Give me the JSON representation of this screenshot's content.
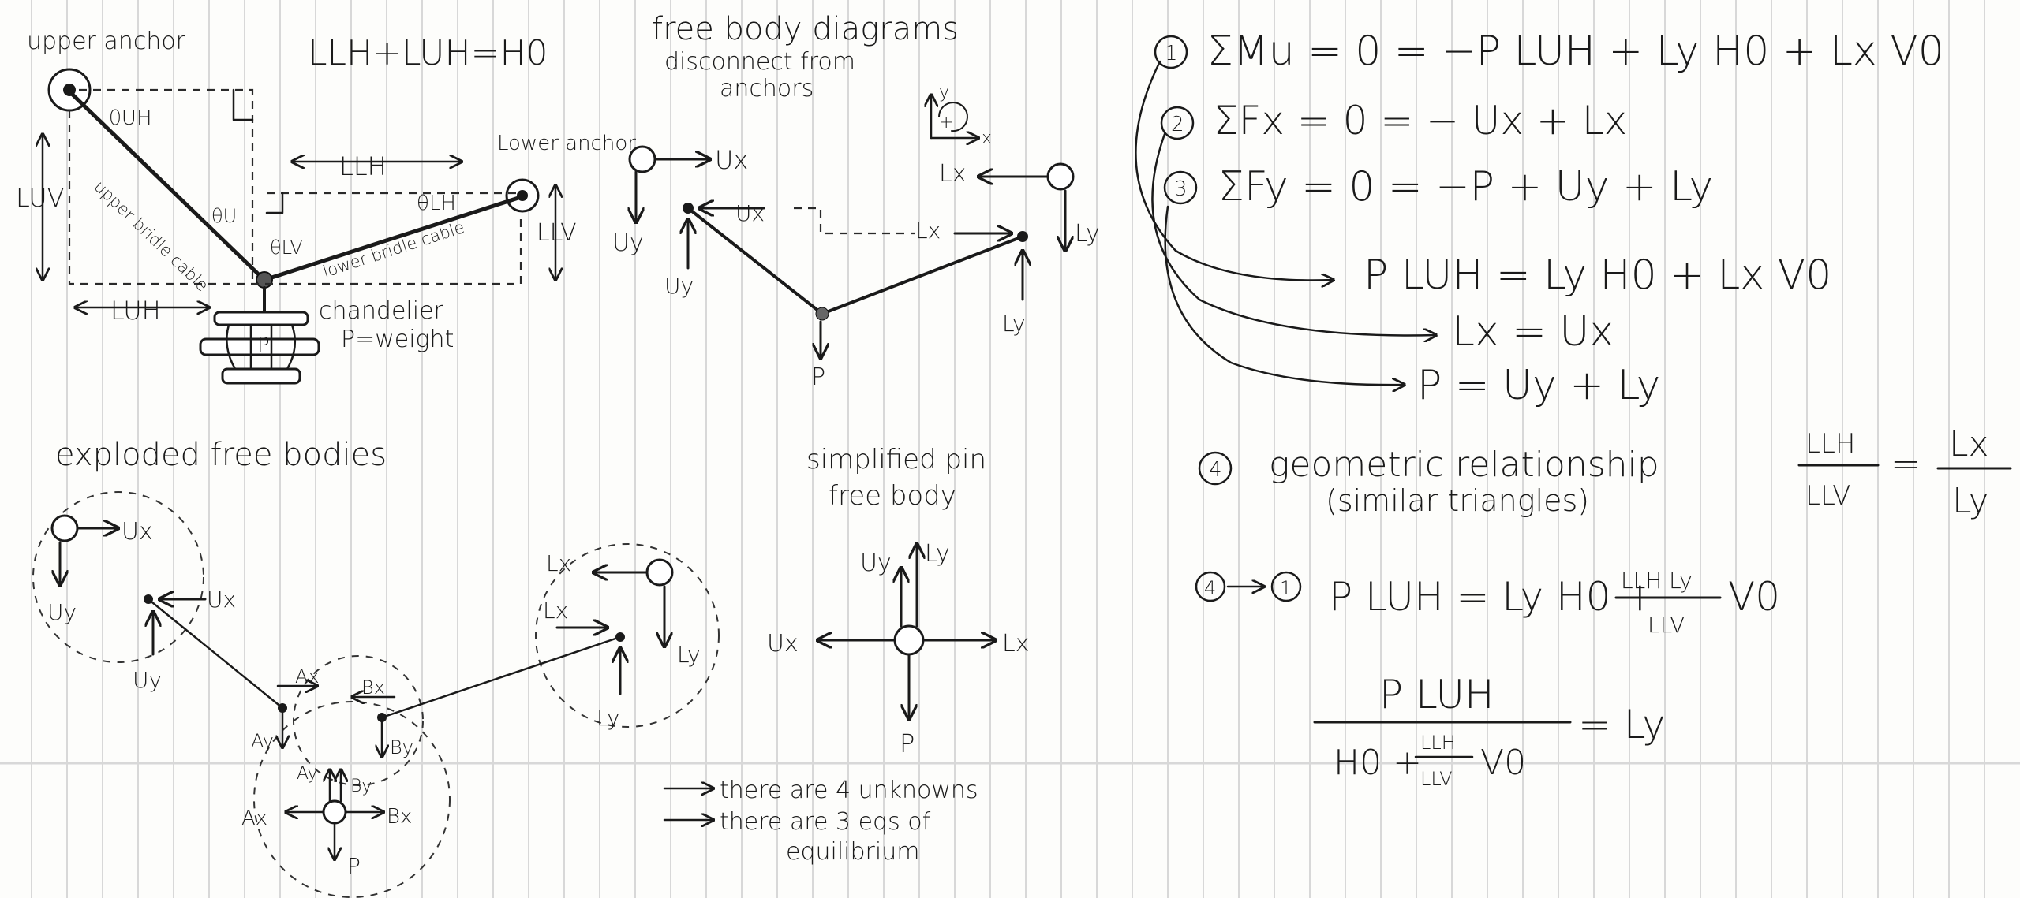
{
  "fbd": {
    "upper_anchor": "upper anchor",
    "sum_eq": "LLH+LUH=H0",
    "theta_uh": "θUH",
    "theta_u": "θU",
    "theta_lv": "θLV",
    "theta_lh": "θLH",
    "luv": "LUV",
    "llh": "LLH",
    "luh": "LUH",
    "llv": "LLV",
    "lower_anchor": "Lower anchor",
    "upper_cable": "upper bridle cable",
    "lower_cable": "lower bridle cable",
    "chandelier": "chandelier",
    "p": "P",
    "p_weight": "P=weight"
  },
  "free_bodies": {
    "title_1": "free body diagrams",
    "title_2": "disconnect from",
    "title_3": "anchors",
    "ux": "Ux",
    "uy": "Uy",
    "lx": "Lx",
    "ly": "Ly",
    "p": "P",
    "axis_y": "y",
    "axis_x": "x",
    "axis_plus": "+"
  },
  "exploded": {
    "title": "exploded free bodies",
    "ux": "Ux",
    "uy": "Uy",
    "lx": "Lx",
    "ly": "Ly",
    "ax": "Ax",
    "ay": "Ay",
    "bx": "Bx",
    "by": "By",
    "p": "P"
  },
  "pin": {
    "title_1": "simplified pin",
    "title_2": "free body",
    "uy": "Uy",
    "ly": "Ly",
    "ux": "Ux",
    "lx": "Lx",
    "p": "P"
  },
  "notes": {
    "line_1": "there are 4 unknowns",
    "line_2": "there are 3 eqs of",
    "line_3": "equilibrium"
  },
  "equations": {
    "n1": "1",
    "eq1": "ΣMu = 0 = −P LUH + Ly H0 + Lx V0",
    "n2": "2",
    "eq2": "ΣFx = 0 = − Ux + Lx",
    "n3": "3",
    "eq3": "ΣFy = 0 = −P + Uy + Ly",
    "r1": "P LUH = Ly H0 + Lx V0",
    "r2": "Lx = Ux",
    "r3": "P = Uy + Ly",
    "n4": "4",
    "geo_1": "geometric relationship",
    "geo_2": "(similar triangles)",
    "ratio_l_num": "LLH",
    "ratio_l_den": "LLV",
    "ratio_r_num": "Lx",
    "ratio_r_den": "Ly",
    "sub_from": "4",
    "sub_to": "1",
    "sub_lhs": "P LUH = Ly H0 +",
    "sub_frac_num": "LLH Ly",
    "sub_frac_den": "LLV",
    "sub_tail": "V0",
    "final_num": "P LUH",
    "final_den_a": "H0 +",
    "final_den_frac_num": "LLH",
    "final_den_frac_den": "LLV",
    "final_den_b": "V0",
    "final_rhs": "= Ly"
  }
}
